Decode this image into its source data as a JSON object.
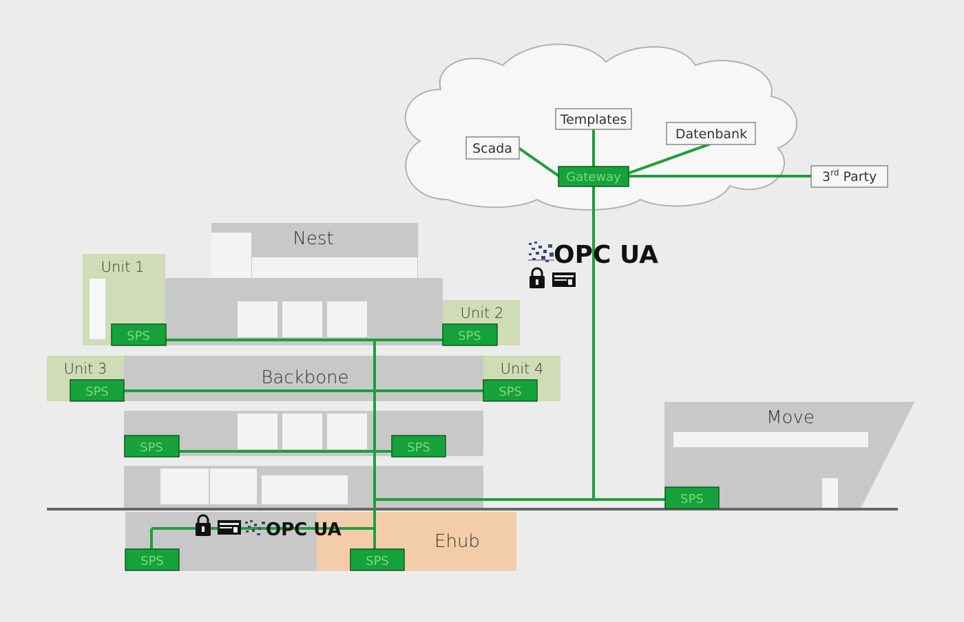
{
  "cloud": {
    "services": {
      "templates": "Templates",
      "scada": "Scada",
      "datenbank": "Datenbank"
    },
    "gateway": "Gateway",
    "third_party": {
      "prefix": "3",
      "sup": "rd",
      "suffix": " Party"
    }
  },
  "building": {
    "nest": "Nest",
    "backbone": "Backbone",
    "unit1": "Unit 1",
    "unit2": "Unit 2",
    "unit3": "Unit 3",
    "unit4": "Unit 4",
    "ehub": "Ehub",
    "move": "Move"
  },
  "sps_label": "SPS",
  "opc_ua": {
    "text": "OPC UA"
  },
  "icons": [
    "lock-icon",
    "certificate-icon",
    "opc-ua-logo"
  ],
  "colors": {
    "network": "#1e9e3c",
    "sps_fill": "#16a23a",
    "unit_fill": "#cfdcb6",
    "ehub_fill": "#f3cda9",
    "building_fill": "#c8c8c8",
    "background": "#ececec"
  }
}
